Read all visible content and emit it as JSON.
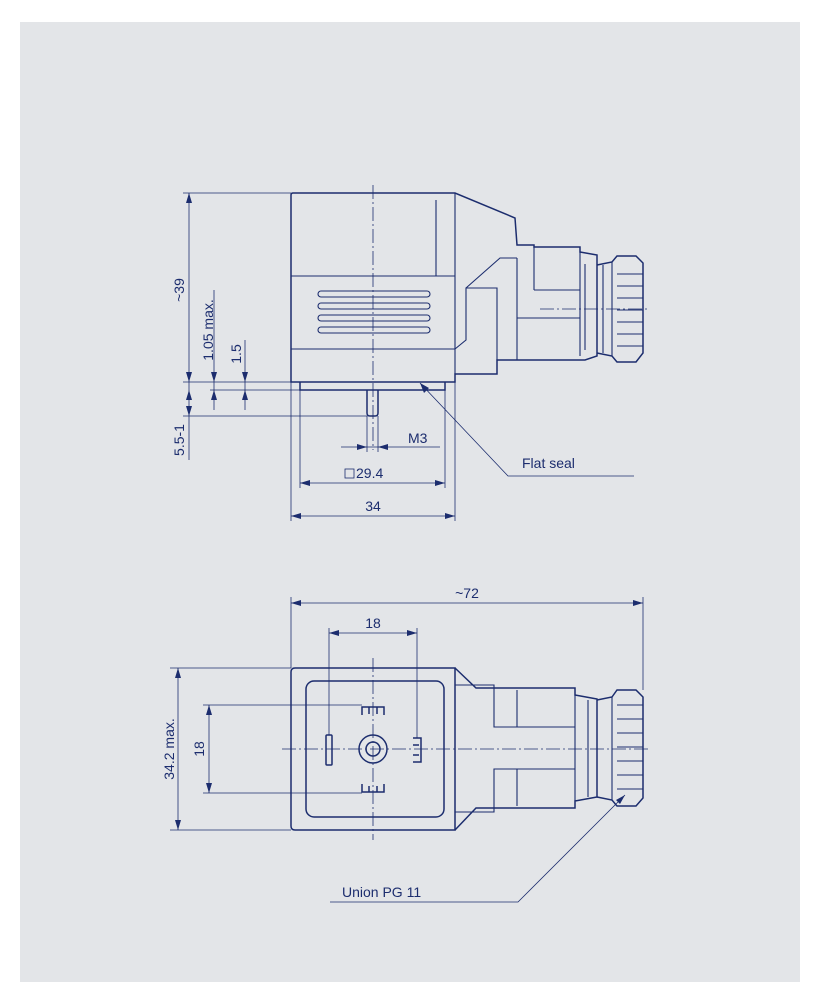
{
  "colors": {
    "background": "#e3e5e8",
    "ink": "#1c2d6e"
  },
  "side_view": {
    "dim_height_total": "~39",
    "dim_seal_height": "1.05 max.",
    "dim_flange": "1.5",
    "dim_pin_length": "5.5-1",
    "dim_thread": "M3",
    "dim_pitch_square": "29.4",
    "dim_width": "34",
    "callout_seal": "Flat seal"
  },
  "top_view": {
    "dim_length": "~72",
    "dim_pin_spacing_h": "18",
    "dim_height": "34.2 max.",
    "dim_pin_spacing_v": "18",
    "callout_union": "Union PG 11"
  }
}
